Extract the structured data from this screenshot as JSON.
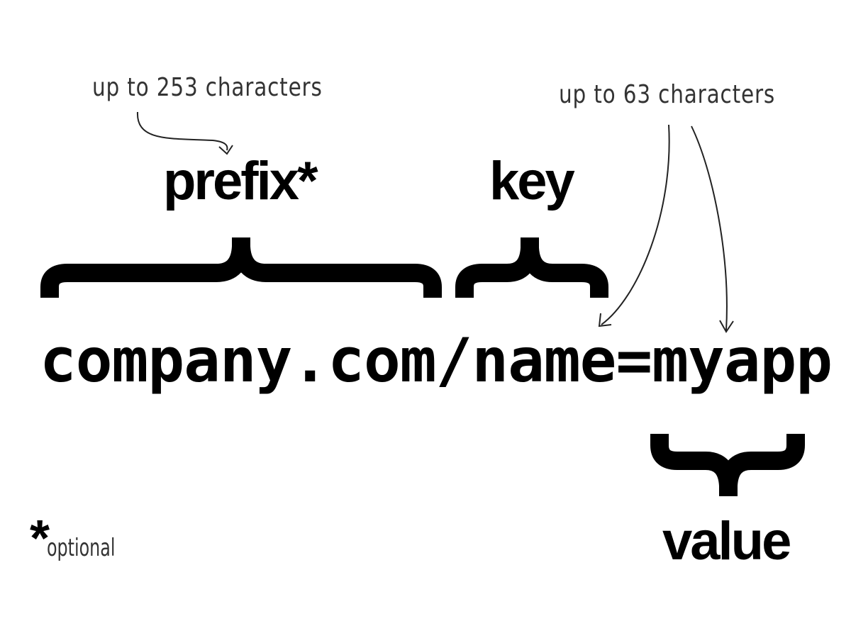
{
  "labels": {
    "prefix": "prefix*",
    "key": "key",
    "value": "value",
    "string": "company.com/name=myapp"
  },
  "notes": {
    "prefix_limit": "up to 253 characters",
    "key_value_limit": "up to 63 characters"
  },
  "footnote": {
    "marker": "*",
    "text": "optional"
  },
  "colors": {
    "ink": "#000000",
    "note_ink": "#333333",
    "background": "#ffffff"
  }
}
